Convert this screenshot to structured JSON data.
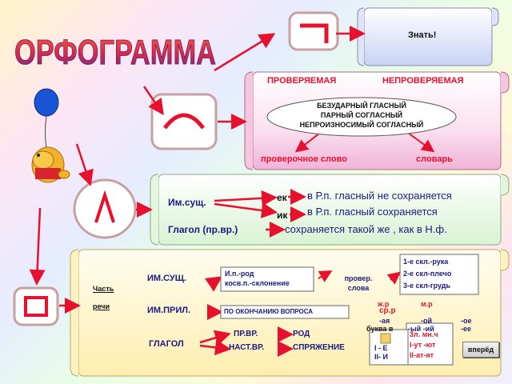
{
  "title": "ОРФОГРАММА",
  "know_banner": "Знать!",
  "checked_header": {
    "checkable": "ПРОВЕРЯЕМАЯ",
    "uncheckable": "НЕПРОВЕРЯЕМАЯ"
  },
  "oval_lines": [
    "БЕЗУДАРНЫЙ ГЛАСНЫЙ",
    "ПАРНЫЙ СОГЛАСНЫЙ",
    "НЕПРОИЗНОСИМЫЙ СОГЛАСНЫЙ"
  ],
  "check_word": "проверочное слово",
  "dictionary": "словарь",
  "suffix_scroll": {
    "noun_label": "Им.сущ.",
    "suffix_ek": "ек",
    "suffix_ik": "ик",
    "rule_ek": "в Р.п. гласный не сохраняется",
    "rule_ik": "в Р.п. гласный сохраняется",
    "verb_label": "Глагол (пр.вр.)",
    "verb_rule": "сохраняется такой же , как в Н.ф."
  },
  "ending_scroll": {
    "part_of_speech": [
      "Часть",
      "речи"
    ],
    "noun": "ИМ.СУЩ.",
    "adjective": "ИМ.ПРИЛ.",
    "verb": "ГЛАГОЛ",
    "noun_box": [
      "И.п.-род",
      "косв.п.-склонение"
    ],
    "checked_words": [
      "провер.",
      "слова"
    ],
    "declension_box": [
      "1-е скл.-рука",
      "2-е скл-плечо",
      "3-е скл-грудь"
    ],
    "adj_box": "ПО ОКОНЧАНИЮ ВОПРОСА",
    "gender_labels": {
      "f": "ж.р",
      "m": "м.р",
      "n": "ср.р"
    },
    "adj_endings": {
      "f": "-ая",
      "m1": "-ой",
      "m2": "-ый -ий",
      "n1": "-ое",
      "n2": "-ее"
    },
    "letter_label": "буква в",
    "verb_tense": [
      "ПР.ВР.",
      "НАСТ.ВР."
    ],
    "verb_kind": [
      "РОД",
      "СПРЯЖЕНИЕ"
    ],
    "conj_box": [
      "3л. мн.ч",
      "I-ут -ют",
      "II-ат-ят"
    ],
    "conj_letters": [
      "I - Е",
      "II- И"
    ]
  },
  "next_button": "вперёд",
  "colors": {
    "red": "#e8112d",
    "title_start": "#ff4a3a",
    "title_end": "#7a2b8f",
    "oval_bg": "#ffffff"
  }
}
